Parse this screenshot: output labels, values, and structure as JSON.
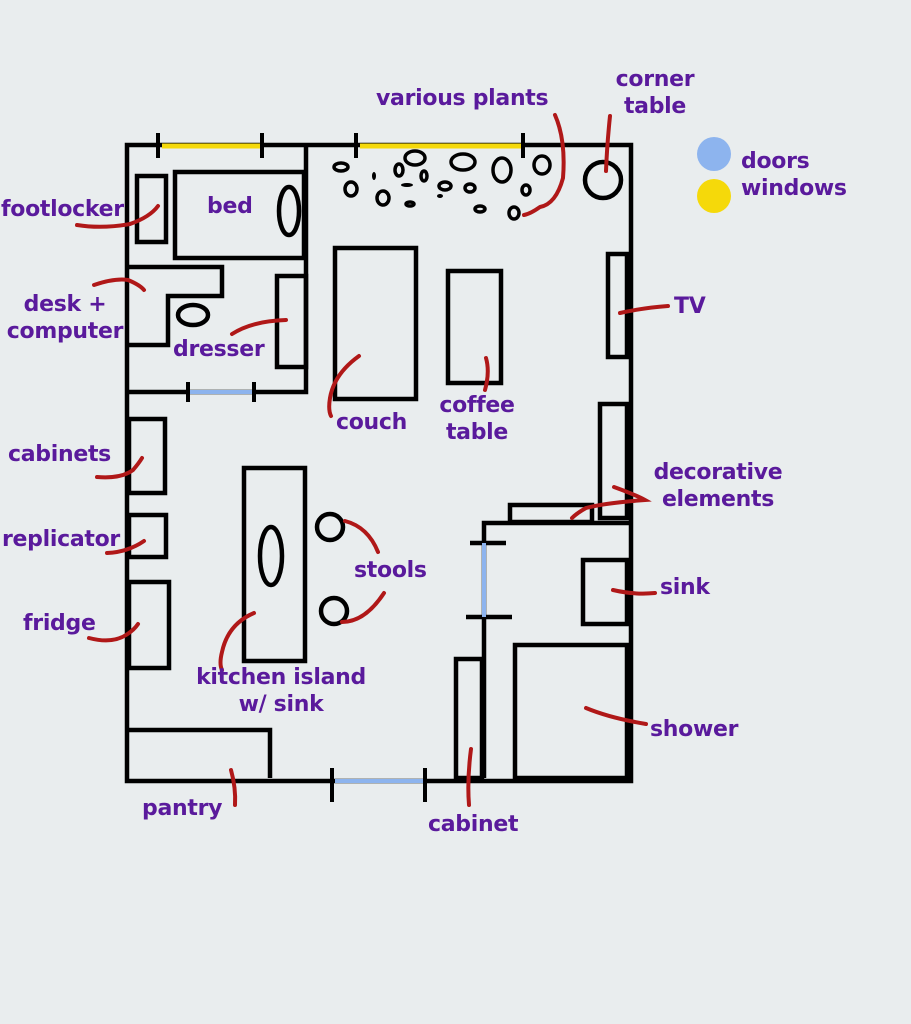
{
  "colors": {
    "background": "#e9edee",
    "wall": "#000000",
    "label_text": "#5a1a9c",
    "pointer": "#b01818",
    "door": "#8db4ee",
    "window": "#f5d90a"
  },
  "legend": {
    "doors": "doors",
    "windows": "windows"
  },
  "labels": {
    "various_plants": "various plants",
    "corner_table_l1": "corner",
    "corner_table_l2": "table",
    "footlocker": "footlocker",
    "bed": "bed",
    "desk_l1": "desk +",
    "desk_l2": "computer",
    "dresser": "dresser",
    "tv": "TV",
    "couch": "couch",
    "coffee_table_l1": "coffee",
    "coffee_table_l2": "table",
    "cabinets": "cabinets",
    "decorative_l1": "decorative",
    "decorative_l2": "elements",
    "replicator": "replicator",
    "stools": "stools",
    "sink": "sink",
    "fridge": "fridge",
    "kitchen_island_l1": "kitchen island",
    "kitchen_island_l2": "w/ sink",
    "shower": "shower",
    "pantry": "pantry",
    "cabinet": "cabinet"
  }
}
